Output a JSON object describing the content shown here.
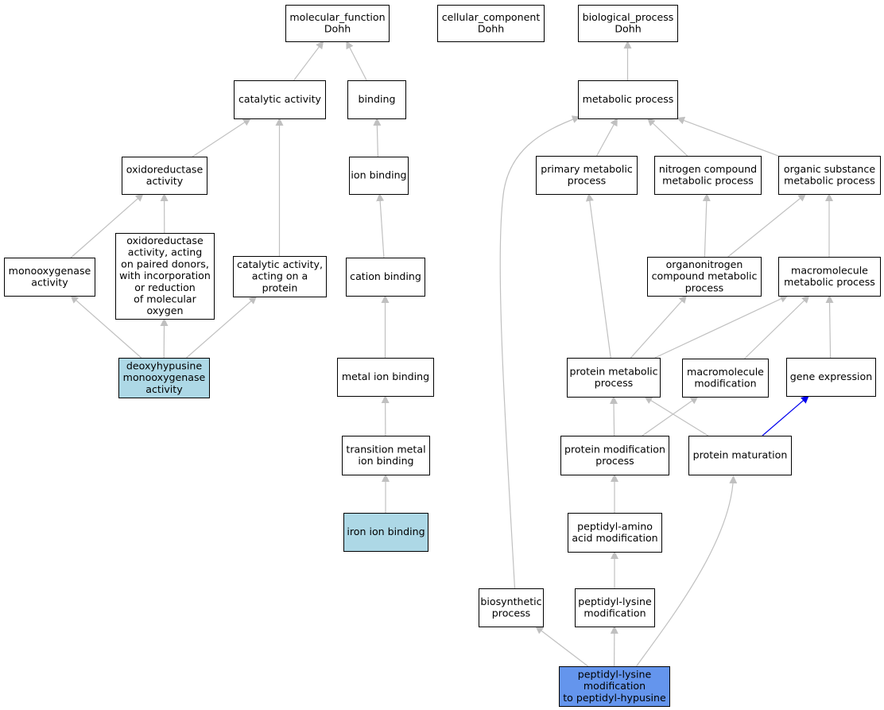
{
  "colors": {
    "edge_default": "#c0c0c0",
    "edge_highlight": "#0000ee",
    "node_default": "#ffffff",
    "node_query": "#add8e6",
    "node_focus": "#6495ed"
  },
  "nodes": [
    {
      "id": "mf",
      "lines": [
        "molecular_function",
        "Dohh"
      ]
    },
    {
      "id": "cc",
      "lines": [
        "cellular_component",
        "Dohh"
      ]
    },
    {
      "id": "bp",
      "lines": [
        "biological_process",
        "Dohh"
      ]
    },
    {
      "id": "cat",
      "lines": [
        "catalytic activity"
      ]
    },
    {
      "id": "bind",
      "lines": [
        "binding"
      ]
    },
    {
      "id": "metab",
      "lines": [
        "metabolic process"
      ]
    },
    {
      "id": "oxred",
      "lines": [
        "oxidoreductase",
        "activity"
      ]
    },
    {
      "id": "ionb",
      "lines": [
        "ion binding"
      ]
    },
    {
      "id": "prim",
      "lines": [
        "primary metabolic",
        "process"
      ]
    },
    {
      "id": "nitro",
      "lines": [
        "nitrogen compound",
        "metabolic process"
      ]
    },
    {
      "id": "orgsub",
      "lines": [
        "organic substance",
        "metabolic process"
      ]
    },
    {
      "id": "monoox",
      "lines": [
        "monooxygenase",
        "activity"
      ]
    },
    {
      "id": "oxpair",
      "lines": [
        "oxidoreductase",
        "activity, acting",
        "on paired donors,",
        "with incorporation",
        "or reduction",
        "of molecular",
        "oxygen"
      ]
    },
    {
      "id": "catprot",
      "lines": [
        "catalytic activity,",
        "acting on a",
        "protein"
      ]
    },
    {
      "id": "cation",
      "lines": [
        "cation binding"
      ]
    },
    {
      "id": "orgnit",
      "lines": [
        "organonitrogen",
        "compound metabolic",
        "process"
      ]
    },
    {
      "id": "macmet",
      "lines": [
        "macromolecule",
        "metabolic process"
      ]
    },
    {
      "id": "deoxy",
      "lines": [
        "deoxyhypusine",
        "monooxygenase",
        "activity"
      ],
      "style": "query"
    },
    {
      "id": "metalion",
      "lines": [
        "metal ion binding"
      ]
    },
    {
      "id": "protmet",
      "lines": [
        "protein metabolic",
        "process"
      ]
    },
    {
      "id": "macmod",
      "lines": [
        "macromolecule",
        "modification"
      ]
    },
    {
      "id": "geneexp",
      "lines": [
        "gene expression"
      ]
    },
    {
      "id": "transm",
      "lines": [
        "transition metal",
        "ion binding"
      ]
    },
    {
      "id": "protmod",
      "lines": [
        "protein modification",
        "process"
      ]
    },
    {
      "id": "protmat",
      "lines": [
        "protein maturation"
      ]
    },
    {
      "id": "iron",
      "lines": [
        "iron ion binding"
      ],
      "style": "query"
    },
    {
      "id": "pepamino",
      "lines": [
        "peptidyl-amino",
        "acid modification"
      ]
    },
    {
      "id": "biosyn",
      "lines": [
        "biosynthetic",
        "process"
      ]
    },
    {
      "id": "peplys",
      "lines": [
        "peptidyl-lysine",
        "modification"
      ]
    },
    {
      "id": "hypus",
      "lines": [
        "peptidyl-lysine",
        "modification",
        "to peptidyl-hypusine"
      ],
      "style": "focus"
    }
  ],
  "edges": [
    {
      "from": "cat",
      "to": "mf"
    },
    {
      "from": "bind",
      "to": "mf"
    },
    {
      "from": "metab",
      "to": "bp"
    },
    {
      "from": "oxred",
      "to": "cat"
    },
    {
      "from": "catprot",
      "to": "cat"
    },
    {
      "from": "ionb",
      "to": "bind"
    },
    {
      "from": "monoox",
      "to": "oxred"
    },
    {
      "from": "oxpair",
      "to": "oxred"
    },
    {
      "from": "deoxy",
      "to": "monoox"
    },
    {
      "from": "deoxy",
      "to": "oxpair"
    },
    {
      "from": "deoxy",
      "to": "catprot"
    },
    {
      "from": "cation",
      "to": "ionb"
    },
    {
      "from": "metalion",
      "to": "cation"
    },
    {
      "from": "transm",
      "to": "metalion"
    },
    {
      "from": "iron",
      "to": "transm"
    },
    {
      "from": "prim",
      "to": "metab"
    },
    {
      "from": "nitro",
      "to": "metab"
    },
    {
      "from": "orgsub",
      "to": "metab"
    },
    {
      "from": "biosyn",
      "to": "metab",
      "curve": true
    },
    {
      "from": "orgnit",
      "to": "nitro"
    },
    {
      "from": "orgnit",
      "to": "orgsub"
    },
    {
      "from": "macmet",
      "to": "orgsub"
    },
    {
      "from": "protmet",
      "to": "prim"
    },
    {
      "from": "protmet",
      "to": "orgnit"
    },
    {
      "from": "protmet",
      "to": "macmet"
    },
    {
      "from": "macmod",
      "to": "macmet"
    },
    {
      "from": "geneexp",
      "to": "macmet"
    },
    {
      "from": "protmod",
      "to": "protmet"
    },
    {
      "from": "protmod",
      "to": "macmod"
    },
    {
      "from": "protmat",
      "to": "protmet"
    },
    {
      "from": "protmat",
      "to": "geneexp",
      "highlight": true
    },
    {
      "from": "pepamino",
      "to": "protmod"
    },
    {
      "from": "peplys",
      "to": "pepamino"
    },
    {
      "from": "hypus",
      "to": "peplys"
    },
    {
      "from": "hypus",
      "to": "biosyn"
    },
    {
      "from": "hypus",
      "to": "protmat",
      "curve": true
    }
  ]
}
